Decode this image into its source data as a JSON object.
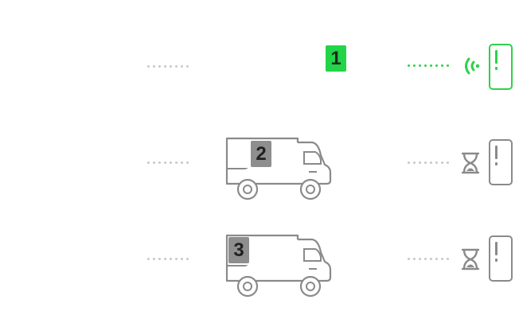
{
  "colors": {
    "active": "#2ed14a",
    "inactive": "#8a8a8a",
    "dots": "#c8c8c8"
  },
  "rows": [
    {
      "package_number": "1",
      "status_icon": "wifi-signal-icon",
      "state": "delivered"
    },
    {
      "package_number": "2",
      "status_icon": "hourglass-icon",
      "state": "in-transit"
    },
    {
      "package_number": "3",
      "status_icon": "hourglass-icon",
      "state": "in-transit"
    }
  ]
}
